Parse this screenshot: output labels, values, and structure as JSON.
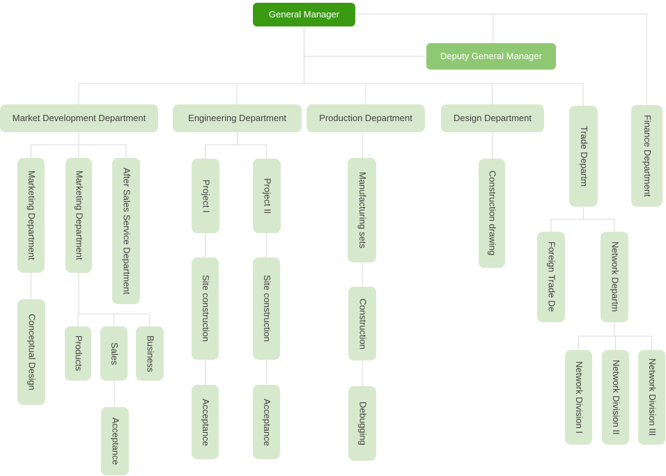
{
  "palette": {
    "canvas-bg": "#ffffff",
    "root-fill": "#3a9a12",
    "deputy-fill": "#8fc873",
    "node-fill": "#d7e9cd",
    "node-text": "#404040",
    "line": "#d9d9d9"
  },
  "nodes": {
    "gm": {
      "label": "General Manager"
    },
    "deputy": {
      "label": "Deputy General Manager"
    },
    "market": {
      "label": "Market Development Department"
    },
    "engineering": {
      "label": "Engineering Department"
    },
    "production": {
      "label": "Production Department"
    },
    "design": {
      "label": "Design Department"
    },
    "trade": {
      "label": "Trade Departm"
    },
    "finance": {
      "label": "Finance Department"
    },
    "marketing1": {
      "label": "Marketing Department"
    },
    "marketing2": {
      "label": "Marketing Department"
    },
    "after_sales": {
      "label": "After Sales Service Department"
    },
    "conceptual": {
      "label": "Conceptual Design"
    },
    "products": {
      "label": "Products"
    },
    "sales": {
      "label": "Sales"
    },
    "business": {
      "label": "Business"
    },
    "acceptance_sales": {
      "label": "Acceptance"
    },
    "project1": {
      "label": "Project I"
    },
    "project2": {
      "label": "Project II"
    },
    "site1": {
      "label": "Site construction"
    },
    "site2": {
      "label": "Site construction"
    },
    "acceptance1": {
      "label": "Acceptance"
    },
    "acceptance2": {
      "label": "Acceptance"
    },
    "manufacturing": {
      "label": "Manufacturing sets"
    },
    "construction": {
      "label": "Construction"
    },
    "debugging": {
      "label": "Debugging"
    },
    "construction_drawing": {
      "label": "Construction drawing"
    },
    "foreign_trade": {
      "label": "Foreign Trade De"
    },
    "network_dept": {
      "label": "Network Departm"
    },
    "net1": {
      "label": "Network Division I"
    },
    "net2": {
      "label": "Network Division II"
    },
    "net3": {
      "label": "Network Division III"
    }
  },
  "edges": [
    [
      "gm",
      "deputy"
    ],
    [
      "gm",
      "market"
    ],
    [
      "gm",
      "engineering"
    ],
    [
      "gm",
      "production"
    ],
    [
      "gm",
      "design"
    ],
    [
      "gm",
      "trade"
    ],
    [
      "gm",
      "finance"
    ],
    [
      "market",
      "marketing1"
    ],
    [
      "market",
      "marketing2"
    ],
    [
      "market",
      "after_sales"
    ],
    [
      "marketing1",
      "conceptual"
    ],
    [
      "marketing2",
      "products"
    ],
    [
      "marketing2",
      "sales"
    ],
    [
      "marketing2",
      "business"
    ],
    [
      "sales",
      "acceptance_sales"
    ],
    [
      "engineering",
      "project1"
    ],
    [
      "engineering",
      "project2"
    ],
    [
      "project1",
      "site1"
    ],
    [
      "site1",
      "acceptance1"
    ],
    [
      "project2",
      "site2"
    ],
    [
      "site2",
      "acceptance2"
    ],
    [
      "production",
      "manufacturing"
    ],
    [
      "manufacturing",
      "construction"
    ],
    [
      "construction",
      "debugging"
    ],
    [
      "design",
      "construction_drawing"
    ],
    [
      "trade",
      "foreign_trade"
    ],
    [
      "trade",
      "network_dept"
    ],
    [
      "network_dept",
      "net1"
    ],
    [
      "network_dept",
      "net2"
    ],
    [
      "network_dept",
      "net3"
    ]
  ]
}
